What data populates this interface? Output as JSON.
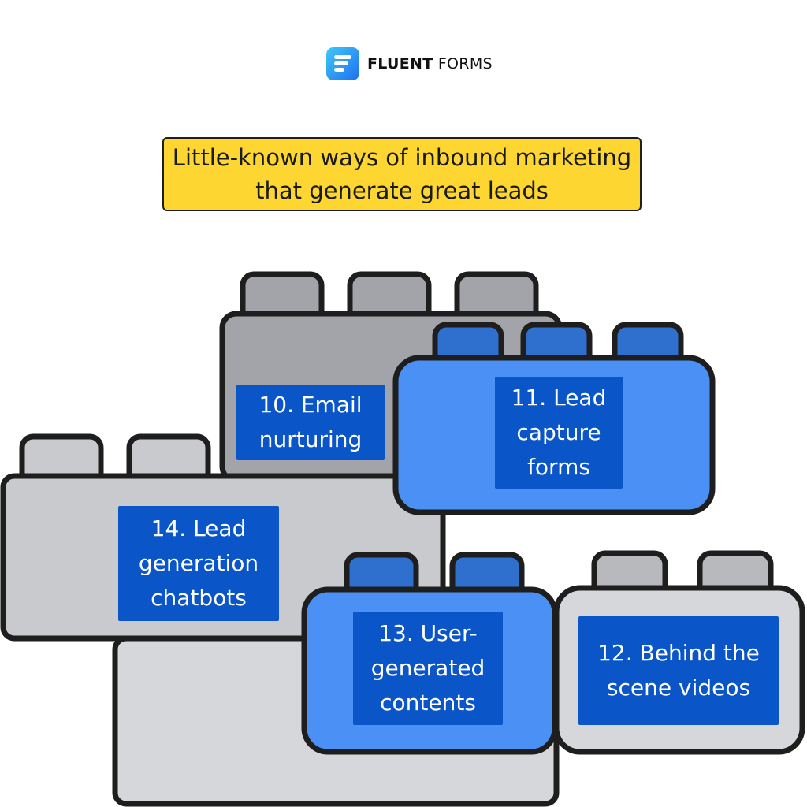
{
  "brand": {
    "name_bold": "FLUENT",
    "name_light": "FORMS",
    "icon": "fluent-forms-logo-icon",
    "accent": "#1f6ff0"
  },
  "title": "Little-known ways of inbound marketing that generate great leads",
  "colors": {
    "banner": "#fdd632",
    "label": "#0a55c8",
    "blue_brick": "#4a90f5",
    "blue_stud": "#2f70cf",
    "gray_brick": "#c9cacd",
    "dark_gray_brick": "#a2a4a9",
    "outline": "#1e1e1e"
  },
  "items": [
    {
      "id": 10,
      "text": "10. Email nurturing"
    },
    {
      "id": 11,
      "text": "11. Lead capture forms"
    },
    {
      "id": 12,
      "text": "12. Behind the scene videos"
    },
    {
      "id": 13,
      "text": "13. User-generated contents"
    },
    {
      "id": 14,
      "text": "14. Lead generation chatbots"
    }
  ]
}
